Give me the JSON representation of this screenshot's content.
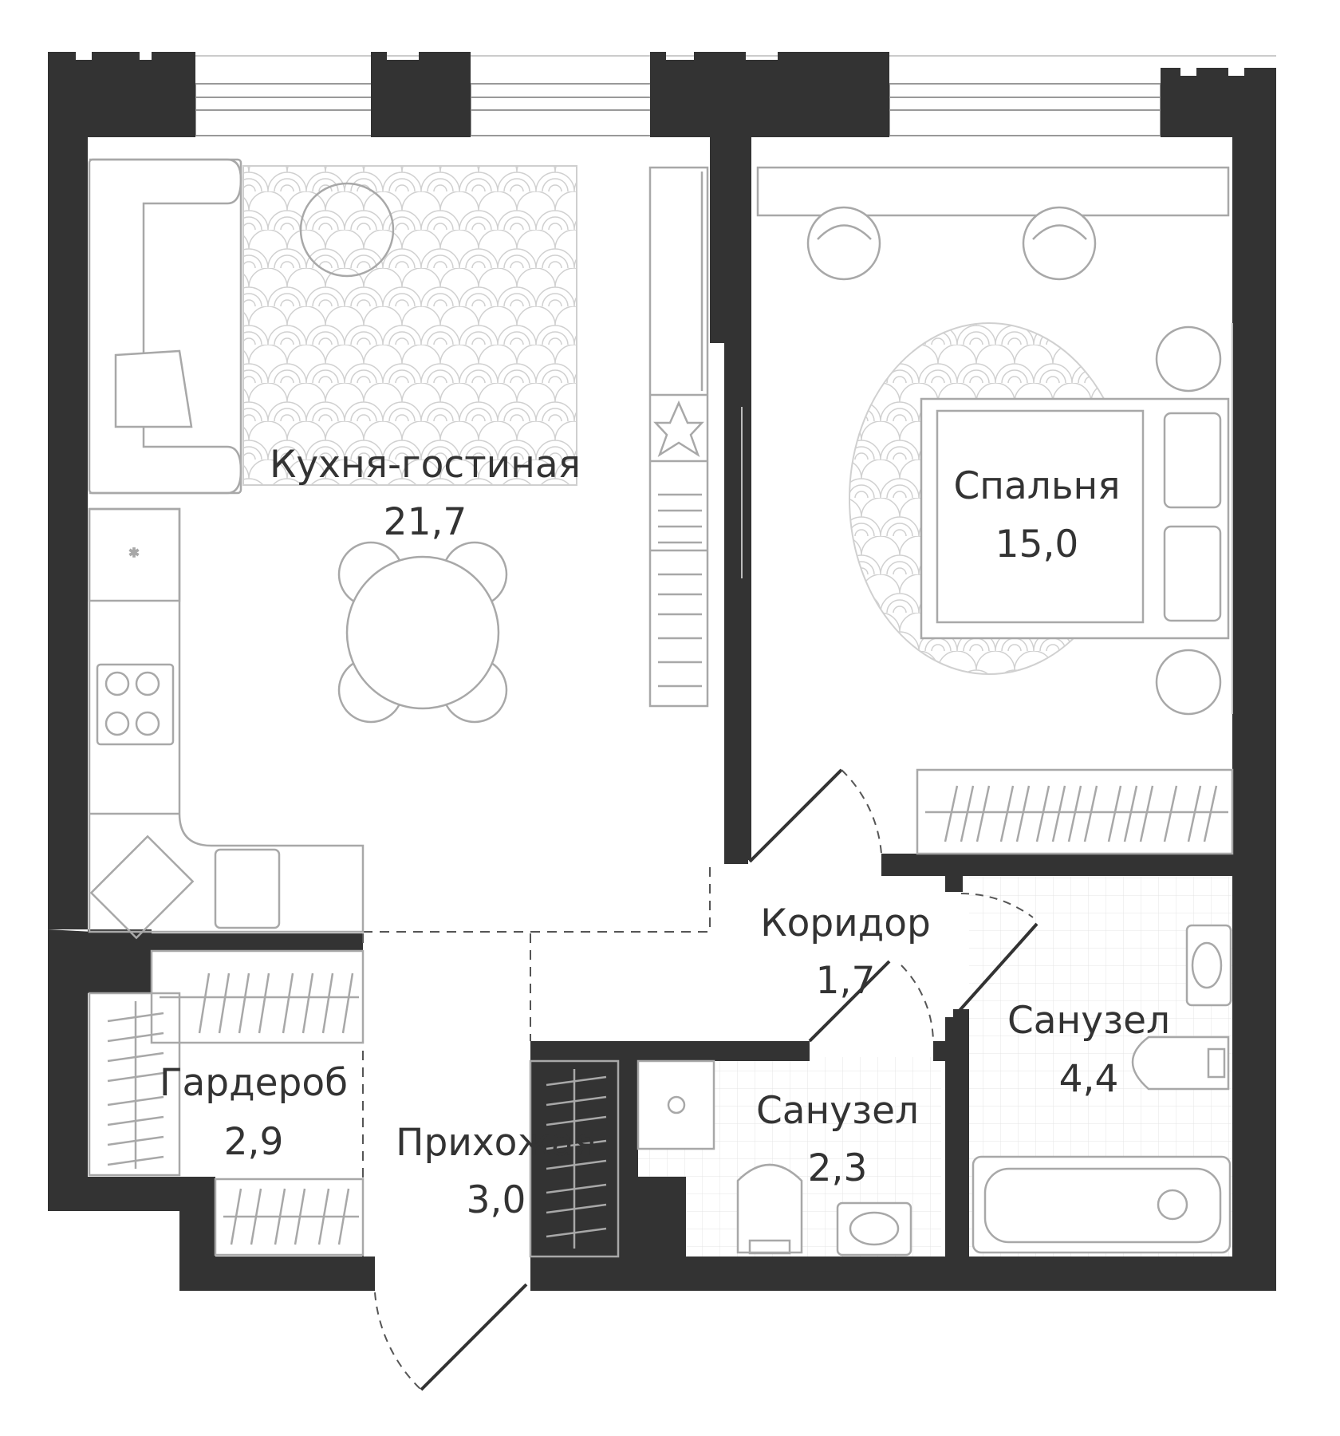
{
  "colors": {
    "wall": "#333333",
    "furniture": "#bdbdbd",
    "text": "#333333",
    "background": "#ffffff"
  },
  "rooms": [
    {
      "id": "kitchen-living",
      "name": "Кухня-гостиная",
      "area": "21,7"
    },
    {
      "id": "bedroom",
      "name": "Спальня",
      "area": "15,0"
    },
    {
      "id": "corridor",
      "name": "Коридор",
      "area": "1,7"
    },
    {
      "id": "bathroom-large",
      "name": "Санузел",
      "area": "4,4"
    },
    {
      "id": "wardrobe",
      "name": "Гардероб",
      "area": "2,9"
    },
    {
      "id": "hallway",
      "name": "Прихожая",
      "area": "3,0"
    },
    {
      "id": "bathroom-small",
      "name": "Санузел",
      "area": "2,3"
    }
  ],
  "icons": [
    "sofa-icon",
    "round-table-icon",
    "dining-table-icon",
    "stove-icon",
    "sink-icon",
    "bed-icon",
    "toilet-icon",
    "bathtub-icon",
    "washbasin-icon",
    "plant-icon",
    "armchair-icon",
    "wardrobe-rail-icon"
  ]
}
